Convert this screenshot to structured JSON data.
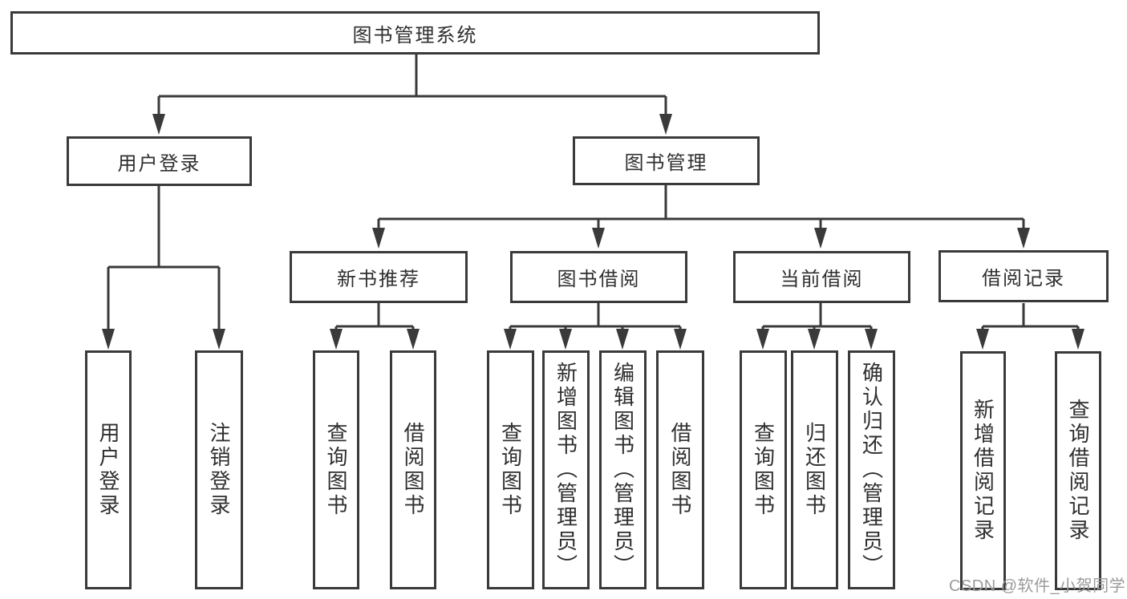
{
  "tree": {
    "root": {
      "label": "图书管理系统"
    },
    "branches": [
      {
        "label": "用户登录",
        "children": [
          {
            "label": "用户登录"
          },
          {
            "label": "注销登录"
          }
        ]
      },
      {
        "label": "图书管理",
        "sections": [
          {
            "label": "新书推荐",
            "children": [
              {
                "label": "查询图书"
              },
              {
                "label": "借阅图书"
              }
            ]
          },
          {
            "label": "图书借阅",
            "children": [
              {
                "label": "查询图书"
              },
              {
                "label": "新增图书（管理员）"
              },
              {
                "label": "编辑图书（管理员）"
              },
              {
                "label": "借阅图书"
              }
            ]
          },
          {
            "label": "当前借阅",
            "children": [
              {
                "label": "查询图书"
              },
              {
                "label": "归还图书"
              },
              {
                "label": "确认归还（管理员）"
              }
            ]
          },
          {
            "label": "借阅记录",
            "children": [
              {
                "label": "新增借阅记录"
              },
              {
                "label": "查询借阅记录"
              }
            ]
          }
        ]
      }
    ]
  },
  "watermark": {
    "text": "CSDN @软件_小贺同学"
  },
  "colors": {
    "line": "#3a3a3a",
    "text": "#2f2f2f",
    "watermark": "#9b9b9b",
    "background": "#ffffff"
  }
}
